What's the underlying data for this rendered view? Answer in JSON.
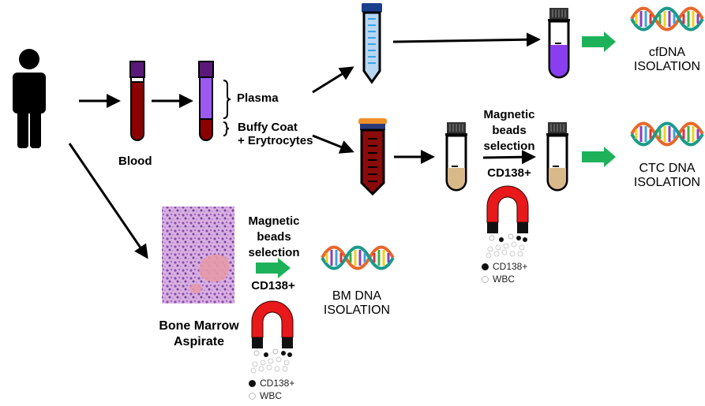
{
  "labels": {
    "blood": "Blood",
    "plasma": "Plasma",
    "buffy_coat_line1": "Buffy Coat",
    "buffy_coat_line2": "+ Erytrocytes",
    "cfdna_line1": "cfDNA",
    "cfdna_line2": "ISOLATION",
    "ctc_magnetic_line1": "Magnetic",
    "ctc_magnetic_line2": "beads",
    "ctc_magnetic_line3": "selection",
    "ctc_marker": "CD138+",
    "ctc_dna_line1": "CTC DNA",
    "ctc_dna_line2": "ISOLATION",
    "bm_line1": "Bone Marrow",
    "bm_line2": "Aspirate",
    "bm_magnetic_line1": "Magnetic",
    "bm_magnetic_line2": "beads",
    "bm_magnetic_line3": "selection",
    "bm_marker": "CD138+",
    "bm_dna_line1": "BM DNA",
    "bm_dna_line2": "ISOLATION"
  },
  "legend": {
    "cd138": "CD138+",
    "wbc": "WBC"
  },
  "colors": {
    "blood": "#8b0000",
    "plasma": "#9b59f0",
    "cap_purple": "#5a1a7a",
    "green_arrow": "#1db25a",
    "magnet_red": "#e8191b",
    "tan": "#d9b98a",
    "cap_blue": "#1c3f8c",
    "cap_orange": "#f0902a"
  }
}
